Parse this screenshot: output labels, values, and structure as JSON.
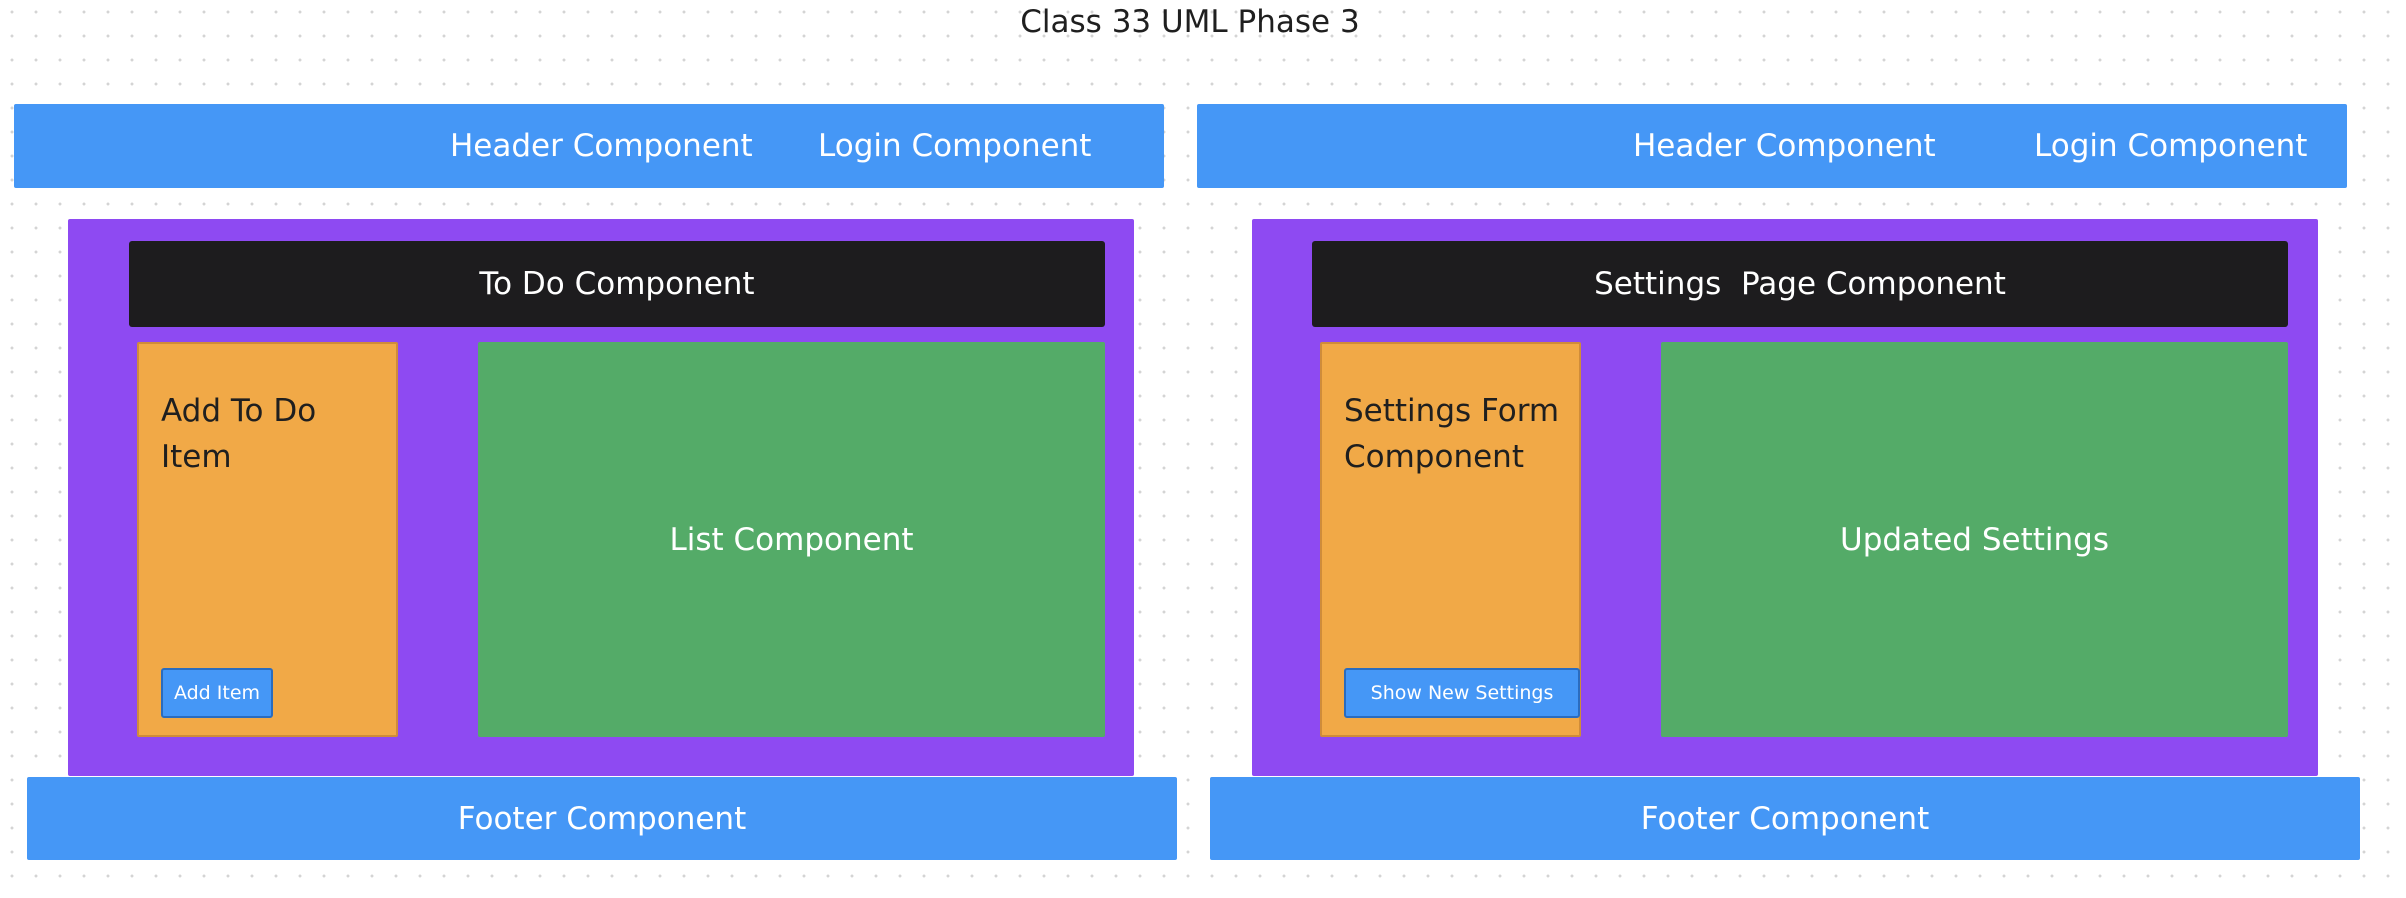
{
  "diagram": {
    "title": "Class 33 UML Phase 3"
  },
  "left": {
    "header_label": "Header Component",
    "login_label": "Login Component",
    "page_label": "To Do Component",
    "form_label": "Add To Do Item",
    "button_label": "Add Item",
    "content_label": "List Component",
    "footer_label": "Footer Component"
  },
  "right": {
    "header_label": "Header Component",
    "login_label": "Login Component",
    "page_label": "Settings  Page Component",
    "form_label_line1": "Settings Form",
    "form_label_line2": "Component",
    "button_label": "Show New Settings",
    "content_label": "Updated Settings",
    "footer_label": "Footer Component"
  },
  "colors": {
    "header_footer": "#4597f6",
    "app_container": "#8e4af2",
    "page_header": "#1d1c1e",
    "form_box": "#f1a947",
    "content_box": "#54ab68"
  }
}
